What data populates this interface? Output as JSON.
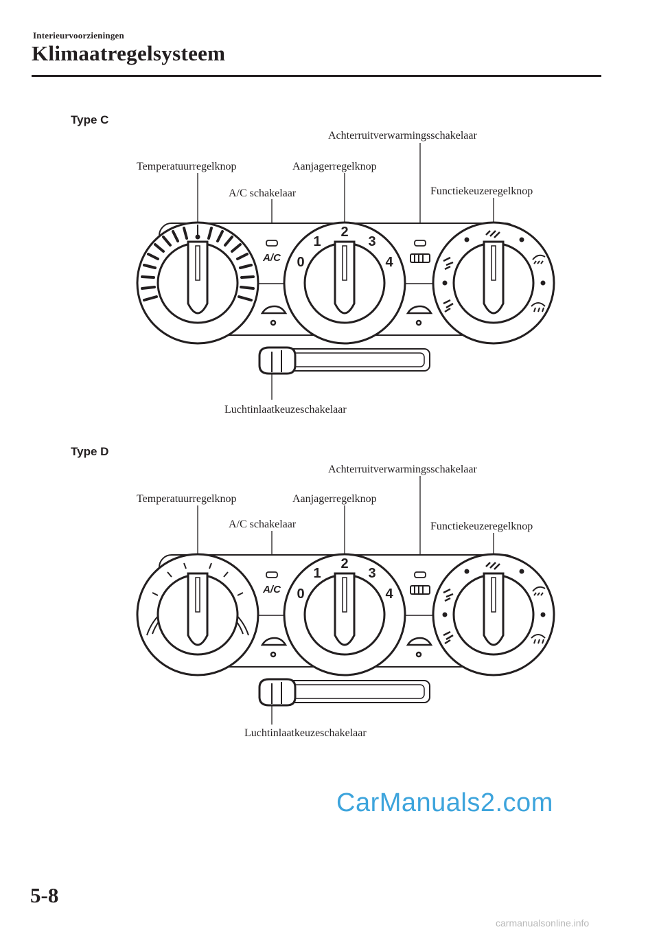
{
  "header": {
    "section": "Interieurvoorzieningen",
    "title": "Klimaatregelsysteem"
  },
  "figures": [
    {
      "type_label": "Type C",
      "callouts": {
        "temperature": "Temperatuurregelknop",
        "ac_switch": "A/C schakelaar",
        "fan": "Aanjagerregelknop",
        "rear_defrost": "Achterruitverwarmingsschakelaar",
        "mode": "Functiekeuzeregelknop",
        "air_intake": "Luchtinlaatkeuzeschakelaar"
      },
      "panel_text": {
        "ac": "A/C",
        "fan_speeds": [
          "0",
          "1",
          "2",
          "3",
          "4"
        ]
      }
    },
    {
      "type_label": "Type D",
      "callouts": {
        "temperature": "Temperatuurregelknop",
        "ac_switch": "A/C schakelaar",
        "fan": "Aanjagerregelknop",
        "rear_defrost": "Achterruitverwarmingsschakelaar",
        "mode": "Functiekeuzeregelknop",
        "air_intake": "Luchtinlaatkeuzeschakelaar"
      },
      "panel_text": {
        "ac": "A/C",
        "fan_speeds": [
          "0",
          "1",
          "2",
          "3",
          "4"
        ]
      }
    }
  ],
  "watermark": "CarManuals2.com",
  "page_number": "5-8",
  "footer_site": "carmanualsonline.info"
}
